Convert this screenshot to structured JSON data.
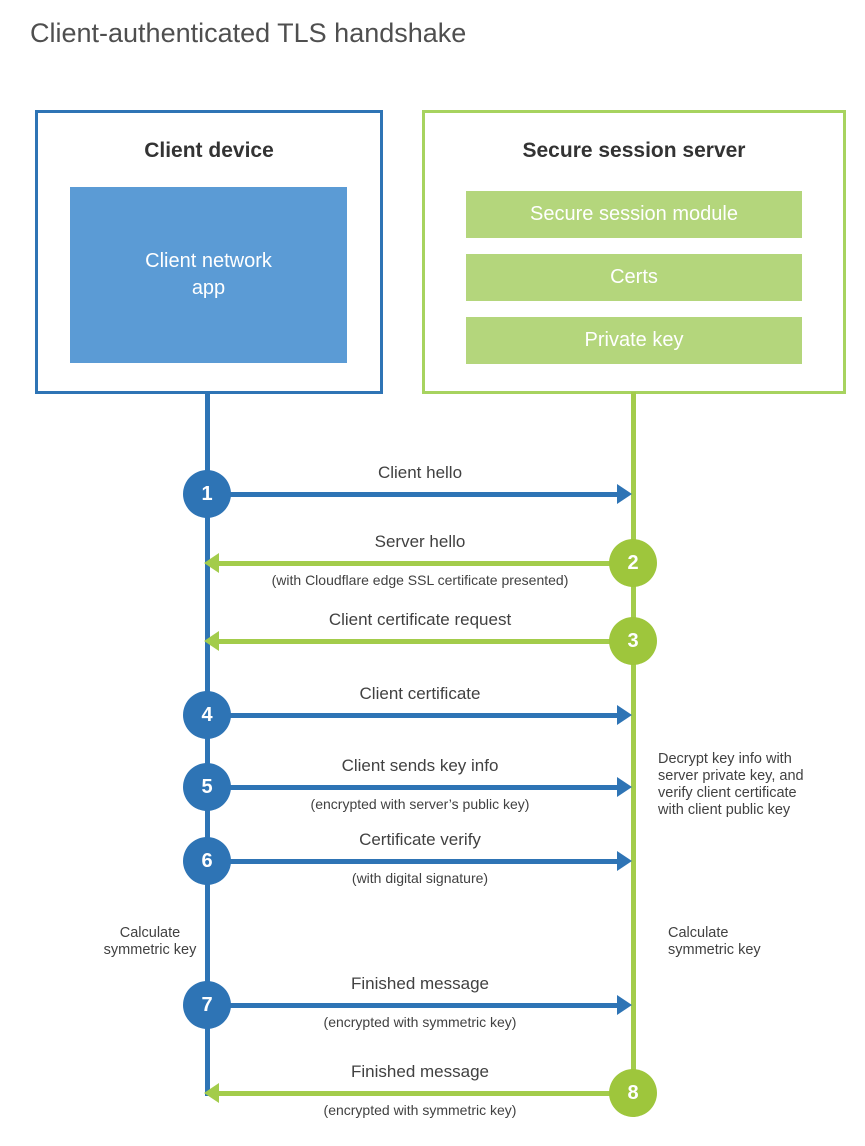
{
  "title": "Client-authenticated TLS handshake",
  "client_box": {
    "title": "Client device",
    "app_label": "Client network\napp"
  },
  "server_box": {
    "title": "Secure session server",
    "modules": [
      "Secure session module",
      "Certs",
      "Private key"
    ]
  },
  "steps": [
    {
      "number": "1",
      "from": "client",
      "label": "Client hello",
      "sublabel": ""
    },
    {
      "number": "2",
      "from": "server",
      "label": "Server hello",
      "sublabel": "(with Cloudflare edge SSL certificate presented)"
    },
    {
      "number": "3",
      "from": "server",
      "label": "Client certificate request",
      "sublabel": ""
    },
    {
      "number": "4",
      "from": "client",
      "label": "Client certificate",
      "sublabel": ""
    },
    {
      "number": "5",
      "from": "client",
      "label": "Client sends key info",
      "sublabel": "(encrypted with server’s public key)"
    },
    {
      "number": "6",
      "from": "client",
      "label": "Certificate verify",
      "sublabel": "(with digital signature)"
    },
    {
      "number": "7",
      "from": "client",
      "label": "Finished message",
      "sublabel": "(encrypted with symmetric key)"
    },
    {
      "number": "8",
      "from": "server",
      "label": "Finished message",
      "sublabel": "(encrypted with symmetric key)"
    }
  ],
  "annotations": {
    "server_note": "Decrypt key info with\nserver private key, and\nverify client certificate\nwith client public key",
    "client_calc": "Calculate\nsymmetric key",
    "server_calc": "Calculate\nsymmetric key"
  },
  "colors": {
    "blue": "#2e74b5",
    "blue_fill": "#5b9bd5",
    "green": "#a3cc4b",
    "green_circle": "#9ec63c",
    "green_border": "#a7d35f",
    "green_fill": "#b4d67c"
  }
}
